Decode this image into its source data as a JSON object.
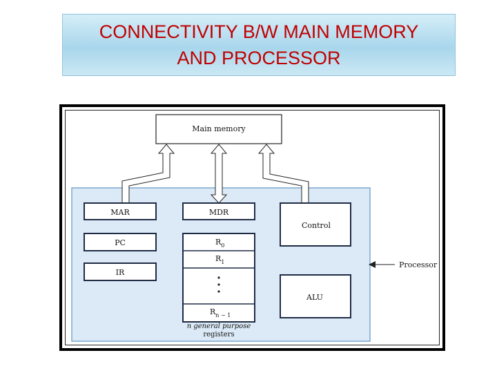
{
  "title": {
    "line1": "CONNECTIVITY B/W MAIN MEMORY",
    "line2": "AND  PROCESSOR"
  },
  "diagram": {
    "main_memory": "Main memory",
    "mar": "MAR",
    "mdr": "MDR",
    "control": "Control",
    "pc": "PC",
    "ir": "IR",
    "alu": "ALU",
    "r0": "R",
    "r0_sub": "0",
    "r1": "R",
    "r1_sub": "1",
    "rn": "R",
    "rn_sub": "n − 1",
    "registers_caption_1": "n general purpose",
    "registers_caption_2": "registers",
    "processor_label": "Processor"
  },
  "colors": {
    "title_text": "#c00000",
    "title_bg": "#a8d6ec",
    "processor_bg": "#dbeaf6",
    "processor_border": "#7ba7cf",
    "block_border": "#1f2a44"
  }
}
